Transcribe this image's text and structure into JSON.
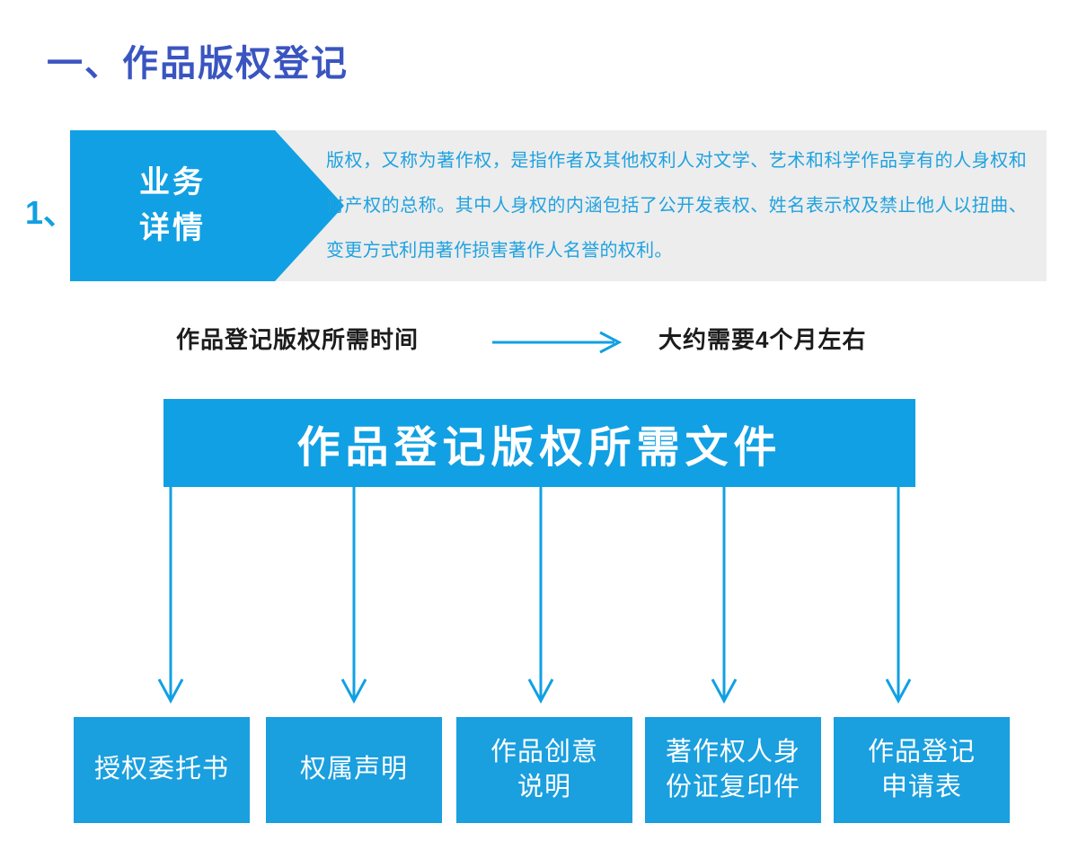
{
  "page": {
    "title": "一、作品版权登记",
    "accent_blue": "#11a0e3",
    "title_blue": "#3a55c0",
    "band_gray": "#ededed",
    "box_blue": "#1a9fdf"
  },
  "section": {
    "index": "1、",
    "tab_line1": "业务",
    "tab_line2": "详情",
    "paragraph": "版权，又称为著作权，是指作者及其他权利人对文学、艺术和科学作品享有的人身权和财产权的总称。其中人身权的内涵包括了公开发表权、姓名表示权及禁止他人以扭曲、变更方式利用著作损害著作人名誉的权利。"
  },
  "time_row": {
    "label": "作品登记版权所需时间",
    "arrow_icon": "right-arrow-icon",
    "value": "大约需要4个月左右"
  },
  "documents": {
    "header": "作品登记版权所需文件",
    "items": [
      {
        "label": "授权委托书"
      },
      {
        "label": "权属声明"
      },
      {
        "label": "作品创意\n说明"
      },
      {
        "label": "著作权人身\n份证复印件"
      },
      {
        "label": "作品登记\n申请表"
      }
    ]
  }
}
